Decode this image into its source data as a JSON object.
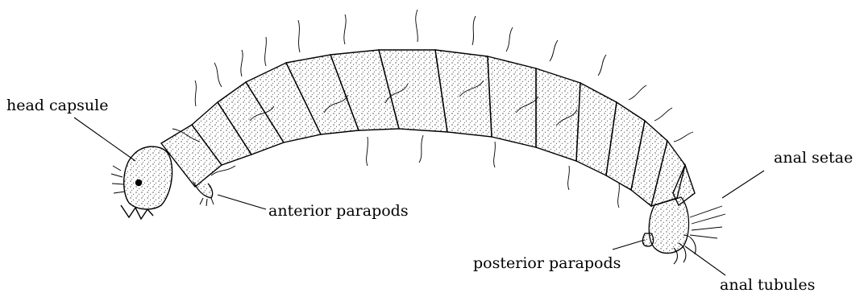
{
  "labels": {
    "head_capsule": "head capsule",
    "anterior_parapods": "anterior parapods",
    "anal_setae": "anal setae",
    "posterior_parapods": "posterior parapods",
    "anal_tubules": "anal tubules"
  },
  "colors": {
    "ink": "#000000",
    "background": "#ffffff"
  }
}
